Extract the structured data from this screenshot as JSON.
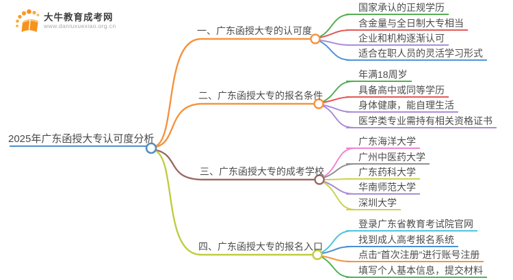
{
  "logo": {
    "title": "大牛教育成考网",
    "url": "www.daniuxuexiao.org.cn",
    "accent": "#F6921E"
  },
  "root": {
    "label": "2025年广东函授大专认可度分析",
    "color": "#4E8FC4"
  },
  "branches": [
    {
      "label": "一、广东函授大专的认可度",
      "color": "#F5923D",
      "leaves": [
        {
          "label": "国家承认的正规学历",
          "color": "#53AD53"
        },
        {
          "label": "含金量与全日制大专相当",
          "color": "#E45756"
        },
        {
          "label": "企业和机构逐渐认可",
          "color": "#AA8BD9"
        },
        {
          "label": "适合在职人员的灵活学习形式",
          "color": "#5193D6"
        }
      ]
    },
    {
      "label": "二、广东函授大专的报名条件",
      "color": "#F5923D",
      "leaves": [
        {
          "label": "年满18周岁",
          "color": "#53AD53"
        },
        {
          "label": "具备高中或同等学历",
          "color": "#E45756"
        },
        {
          "label": "身体健康，能自理生活",
          "color": "#AA8BD9"
        },
        {
          "label": "医学类专业需持有相关资格证书",
          "color": "#AA8BD9"
        }
      ]
    },
    {
      "label": "三、广东函授大专的成考学校",
      "color": "#9B6862",
      "leaves": [
        {
          "label": "广东海洋大学",
          "color": "#EF85D0"
        },
        {
          "label": "广州中医药大学",
          "color": "#8F8F8F"
        },
        {
          "label": "广东药科大学",
          "color": "#CDD14E"
        },
        {
          "label": "华南师范大学",
          "color": "#AA8BD9"
        },
        {
          "label": "深圳大学",
          "color": "#CDD14E"
        }
      ]
    },
    {
      "label": "四、广东函授大专的报名入口",
      "color": "#C0CC3F",
      "leaves": [
        {
          "label": "登录广东省教育考试院官网",
          "color": "#4FC3E1"
        },
        {
          "label": "找到成人高考报名系统",
          "color": "#4A8FD2"
        },
        {
          "label": "点击“首次注册”进行账号注册",
          "color": "#F5923D"
        },
        {
          "label": "填写个人基本信息，提交材料",
          "color": "#53B055"
        }
      ]
    }
  ]
}
